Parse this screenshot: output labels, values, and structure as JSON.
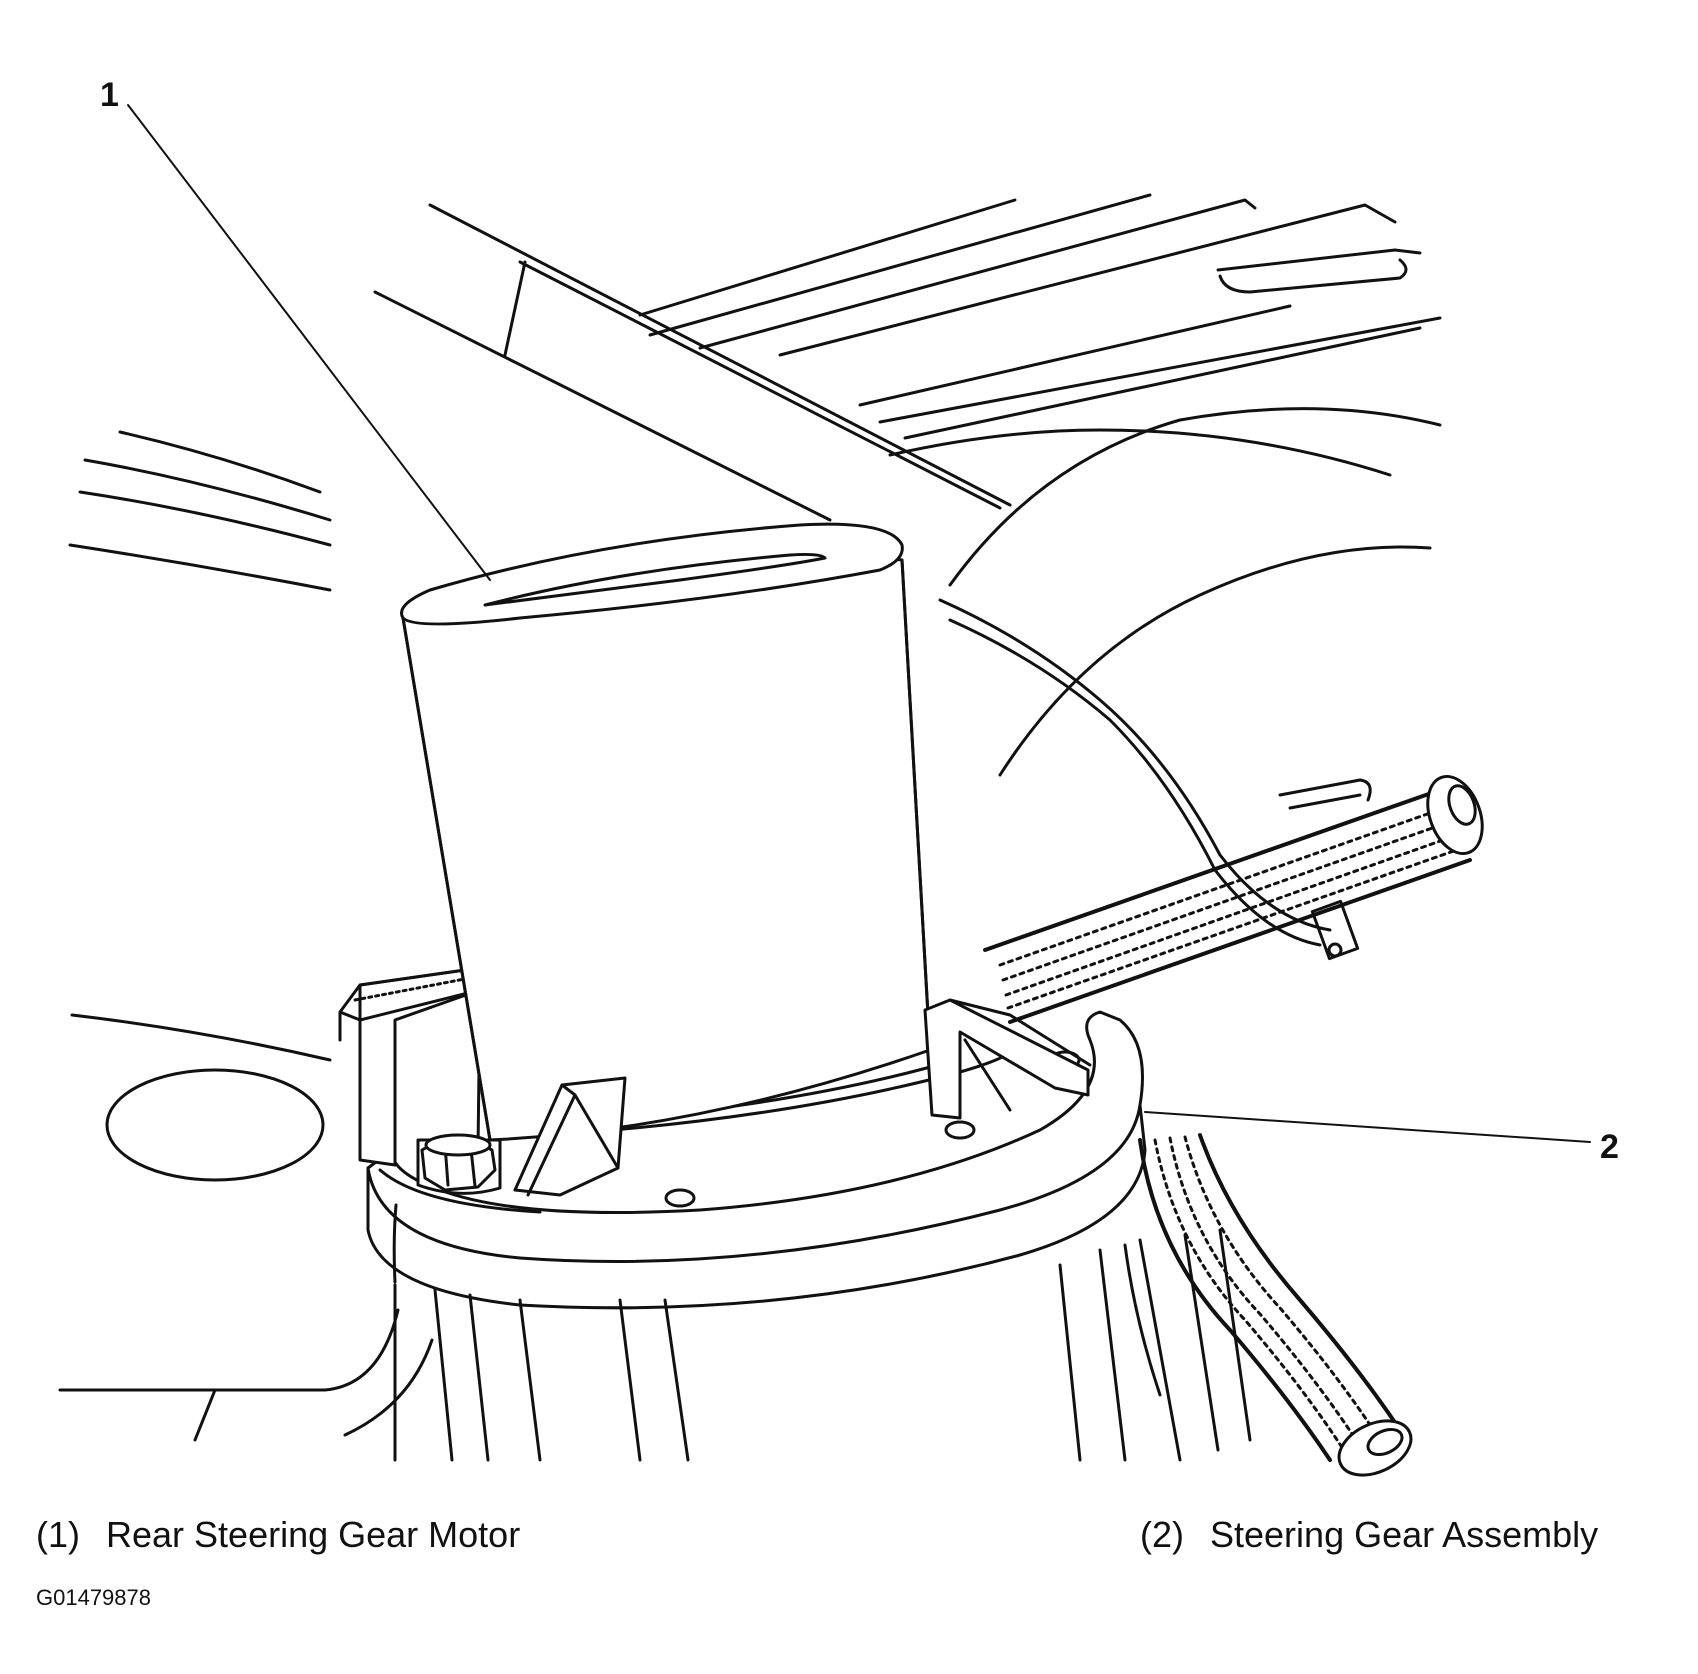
{
  "callouts": {
    "one": "1",
    "two": "2"
  },
  "legend": [
    {
      "number": "(1)",
      "label": "Rear Steering Gear Motor"
    },
    {
      "number": "(2)",
      "label": "Steering Gear Assembly"
    }
  ],
  "figure_id": "G01479878",
  "colors": {
    "ink": "#111111",
    "background": "#ffffff"
  }
}
